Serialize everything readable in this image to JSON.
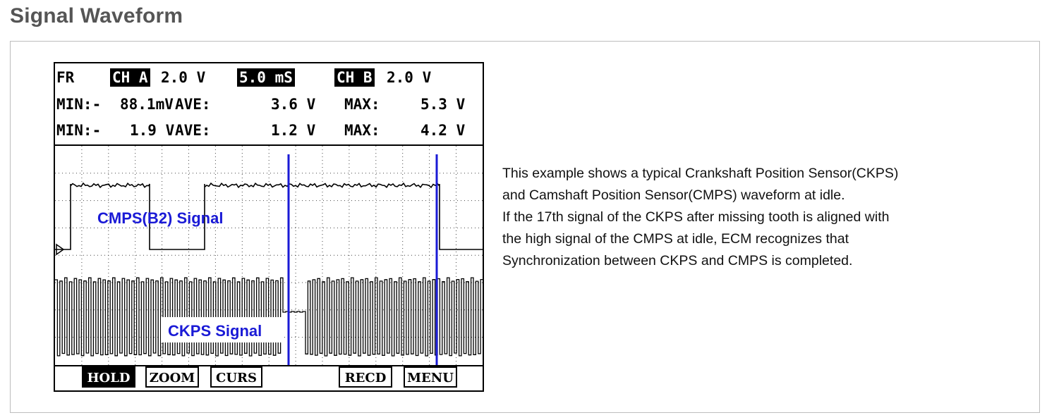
{
  "page": {
    "title": "Signal Waveform"
  },
  "scope": {
    "header": {
      "mode": "FR",
      "ch_a_label": "CH A",
      "ch_a_scale": "2.0 V",
      "timebase": "5.0 mS",
      "ch_b_label": "CH B",
      "ch_b_scale": "2.0 V"
    },
    "stats_a": {
      "min_label": "MIN:-",
      "min": "88.1mV",
      "ave_label": "AVE:",
      "ave": "3.6 V",
      "max_label": "MAX:",
      "max": "5.3 V"
    },
    "stats_b": {
      "min_label": "MIN:-",
      "min": "1.9 V",
      "ave_label": "AVE:",
      "ave": "1.2 V",
      "max_label": "MAX:",
      "max": "4.2 V"
    },
    "annotations": {
      "cmps": "CMPS(B2) Signal",
      "ckps": "CKPS Signal"
    },
    "buttons": {
      "hold": "HOLD",
      "zoom": "ZOOM",
      "curs": "CURS",
      "recd": "RECD",
      "menu": "MENU"
    }
  },
  "description": {
    "lines": [
      "This example shows a typical Crankshaft Position Sensor(CKPS)",
      "and Camshaft Position Sensor(CMPS) waveform at idle.",
      "If the 17th signal of the CKPS after missing tooth is aligned with",
      "the high signal of the CMPS at idle, ECM recognizes that",
      "Synchronization between CKPS and CMPS is completed."
    ]
  },
  "colors": {
    "annotation": "#1a1ad6",
    "marker": "#1a1ad6",
    "trace": "#000000"
  }
}
